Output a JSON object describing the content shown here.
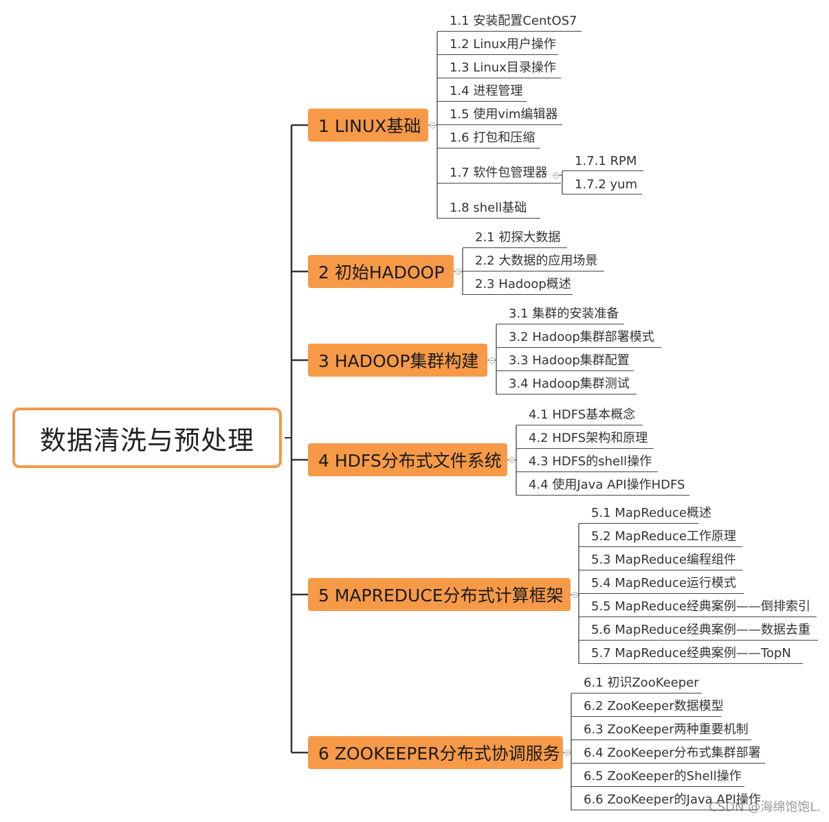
{
  "root": {
    "label": "数据清洗与预处理"
  },
  "branches": [
    {
      "label": "1 LINUX基础",
      "items": [
        {
          "label": "1.1 安装配置CentOS7"
        },
        {
          "label": "1.2 Linux用户操作"
        },
        {
          "label": "1.3 Linux目录操作"
        },
        {
          "label": "1.4 进程管理"
        },
        {
          "label": "1.5 使用vim编辑器"
        },
        {
          "label": "1.6 打包和压缩"
        },
        {
          "label": "1.7 软件包管理器",
          "children": [
            {
              "label": "1.7.1 RPM"
            },
            {
              "label": "1.7.2 yum"
            }
          ]
        },
        {
          "label": "1.8 shell基础"
        }
      ]
    },
    {
      "label": "2 初始HADOOP",
      "items": [
        {
          "label": "2.1 初探大数据"
        },
        {
          "label": "2.2 大数据的应用场景"
        },
        {
          "label": "2.3 Hadoop概述"
        }
      ]
    },
    {
      "label": "3 HADOOP集群构建",
      "items": [
        {
          "label": "3.1 集群的安装准备"
        },
        {
          "label": "3.2 Hadoop集群部署模式"
        },
        {
          "label": "3.3 Hadoop集群配置"
        },
        {
          "label": "3.4 Hadoop集群测试"
        }
      ]
    },
    {
      "label": "4 HDFS分布式文件系统",
      "items": [
        {
          "label": "4.1 HDFS基本概念"
        },
        {
          "label": "4.2 HDFS架构和原理"
        },
        {
          "label": "4.3 HDFS的shell操作"
        },
        {
          "label": "4.4 使用Java API操作HDFS"
        }
      ]
    },
    {
      "label": "5 MAPREDUCE分布式计算框架",
      "items": [
        {
          "label": "5.1 MapReduce概述"
        },
        {
          "label": "5.2 MapReduce工作原理"
        },
        {
          "label": "5.3 MapReduce编程组件"
        },
        {
          "label": "5.4 MapReduce运行模式"
        },
        {
          "label": "5.5 MapReduce经典案例——倒排索引"
        },
        {
          "label": "5.6 MapReduce经典案例——数据去重"
        },
        {
          "label": "5.7 MapReduce经典案例——TopN"
        }
      ]
    },
    {
      "label": "6 ZOOKEEPER分布式协调服务",
      "items": [
        {
          "label": "6.1 初识ZooKeeper"
        },
        {
          "label": "6.2 ZooKeeper数据模型"
        },
        {
          "label": "6.3 ZooKeeper两种重要机制"
        },
        {
          "label": "6.4 ZooKeeper分布式集群部署"
        },
        {
          "label": "6.5 ZooKeeper的Shell操作"
        },
        {
          "label": "6.6 ZooKeeper的Java API操作"
        }
      ]
    }
  ],
  "watermark": "CSDN @海绵饱饱L.",
  "colors": {
    "branch": "#f79a48",
    "root_border": "#f29a4a",
    "line": "#333333"
  }
}
